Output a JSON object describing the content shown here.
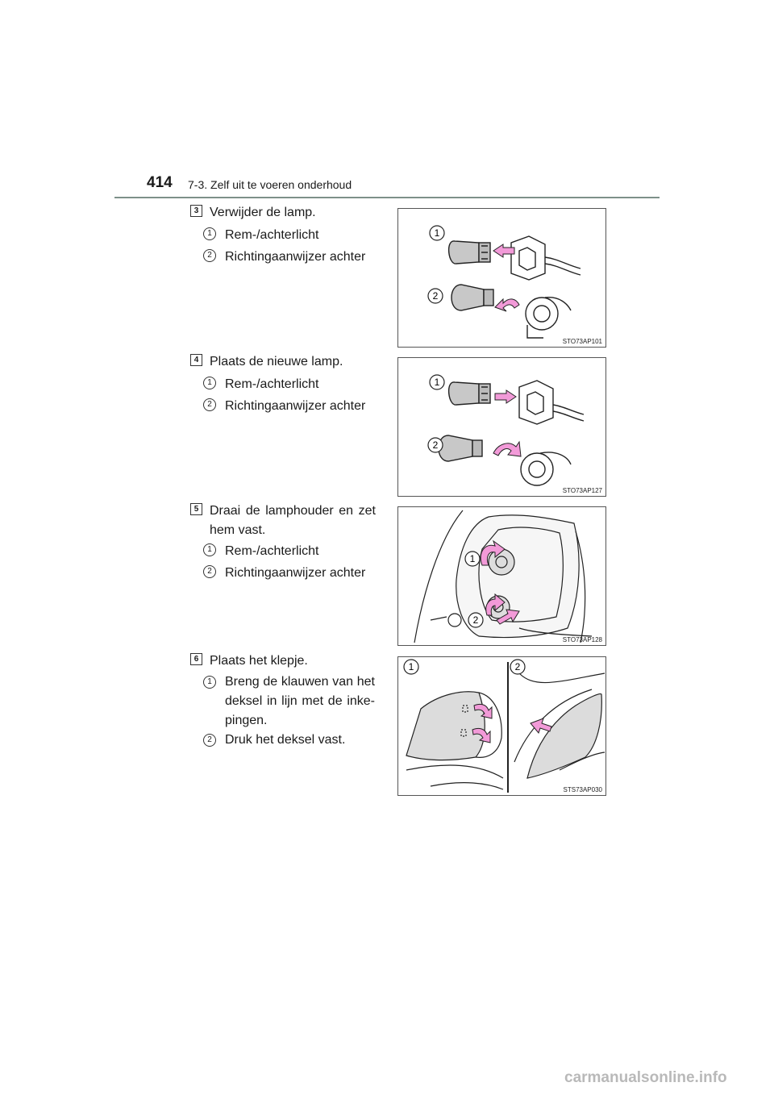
{
  "header": {
    "page_number": "414",
    "section": "7-3. Zelf uit te voeren onderhoud"
  },
  "steps": [
    {
      "number": "3",
      "title": "Verwijder de lamp.",
      "items": [
        {
          "num": "1",
          "text": "Rem-/achterlicht"
        },
        {
          "num": "2",
          "text": "Richtingaanwijzer achter"
        }
      ],
      "figure": {
        "code": "STO73AP101",
        "callouts": [
          "1",
          "2"
        ]
      }
    },
    {
      "number": "4",
      "title": "Plaats de nieuwe lamp.",
      "items": [
        {
          "num": "1",
          "text": "Rem-/achterlicht"
        },
        {
          "num": "2",
          "text": "Richtingaanwijzer achter"
        }
      ],
      "figure": {
        "code": "STO73AP127",
        "callouts": [
          "1",
          "2"
        ]
      }
    },
    {
      "number": "5",
      "title": "Draai de lamphouder en zet hem vast.",
      "items": [
        {
          "num": "1",
          "text": "Rem-/achterlicht"
        },
        {
          "num": "2",
          "text": "Richtingaanwijzer achter"
        }
      ],
      "figure": {
        "code": "STO73AP128",
        "callouts": [
          "1",
          "2"
        ]
      }
    },
    {
      "number": "6",
      "title": "Plaats het klepje.",
      "items": [
        {
          "num": "1",
          "text": "Breng de klauwen van het deksel in lijn met de inke-pingen."
        },
        {
          "num": "2",
          "text": "Druk het deksel vast."
        }
      ],
      "figure": {
        "code": "STS73AP030",
        "callouts": [
          "1",
          "2"
        ]
      }
    }
  ],
  "watermark": "carmanualsonline.info",
  "colors": {
    "arrow": "#f29ad8",
    "rule": "#7d9089"
  }
}
